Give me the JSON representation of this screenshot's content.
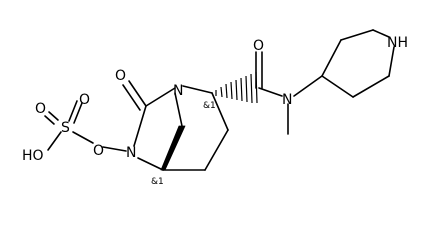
{
  "molecule": {
    "atom_labels": {
      "n_bridgehead": "N",
      "n_ring": "N",
      "n_amide": "N",
      "nh_piperidine": "NH",
      "o_lactam": "O",
      "o_amide": "O",
      "o_ester": "O",
      "s": "S",
      "o_sulfonyl_top": "O",
      "o_sulfonyl_bottom": "O",
      "ho": "HO"
    },
    "stereo_labels": {
      "c2": "&1",
      "c5": "&1"
    }
  }
}
